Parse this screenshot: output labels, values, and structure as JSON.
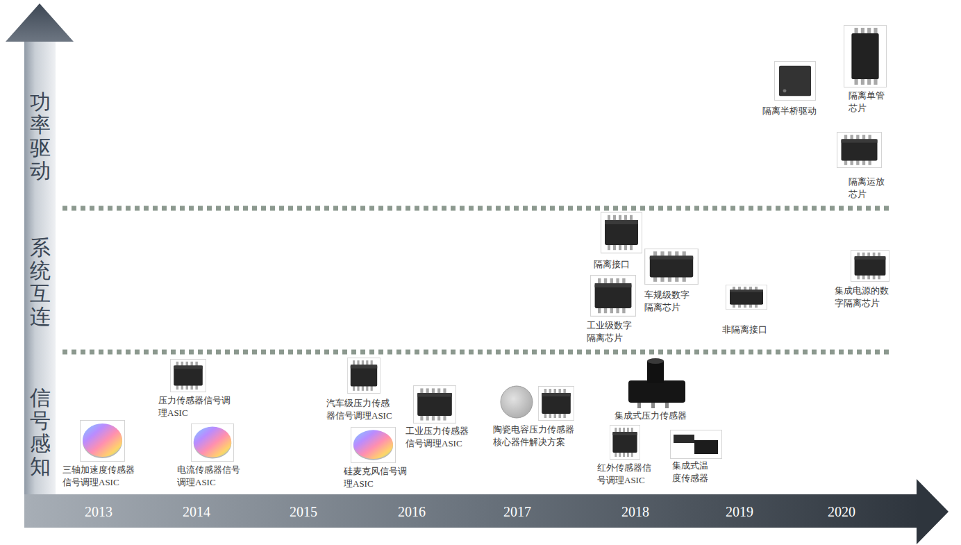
{
  "diagram": {
    "labels": [
      "功率驱动",
      "系统互连",
      "信号感知",
      "三轴加速度传感器信号调理ASIC",
      "压力传感器信号调理ASIC",
      "电流传感器信号调理ASIC",
      "汽车级压力传感器信号调理ASIC",
      "硅麦克风信号调理ASIC",
      "工业压力传感器信号调理ASIC",
      "陶瓷电容压力传感器核心器件解决方案",
      "集成式压力传感器",
      "红外传感器信号调理ASIC",
      "集成式温度传感器",
      "隔离接口",
      "车规级数字隔离芯片",
      "工业级数字隔离芯片",
      "非隔离接口",
      "集成电源的数字隔离芯片",
      "隔离半桥驱动",
      "隔离单管芯片",
      "隔离运放芯片",
      "2013",
      "2014",
      "2015",
      "2016",
      "2017",
      "2018",
      "2019",
      "2020"
    ]
  }
}
